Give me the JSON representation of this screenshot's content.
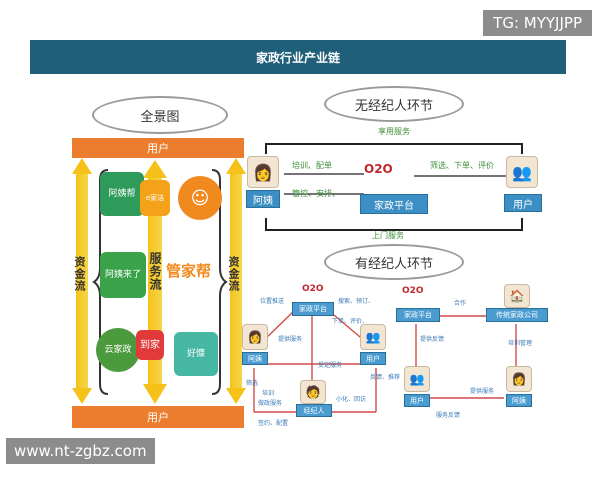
{
  "watermark_tg": "TG: MYYJJPP",
  "watermark_url": "www.nt-zgbz.com",
  "header": {
    "title": "家政行业产业链"
  },
  "left_panel": {
    "title": "全景图",
    "top_user": "用户",
    "bottom_user": "用户",
    "left_flow": "资金流",
    "right_flow": "资金流",
    "center_flow": "服务流",
    "apps": [
      {
        "name": "阿姨帮",
        "color": "#2e9b5a"
      },
      {
        "name": "e家洁",
        "color": "#f3a21a"
      },
      {
        "name": "管家帮",
        "color": "#f08a1f"
      },
      {
        "name": "阿姨来了",
        "color": "#3aa34a"
      },
      {
        "name": "云家政",
        "color": "#4b9a3e"
      },
      {
        "name": "到家",
        "color": "#e23a3a"
      },
      {
        "name": "好慷",
        "color": "#45b7a3"
      }
    ]
  },
  "top_diagram": {
    "title": "无经纪人环节",
    "service_top": "享用服务",
    "service_bottom": "上门服务",
    "platform": "家政平台",
    "left_node": "阿姨",
    "right_node": "用户",
    "left_labels": [
      "培训、配单",
      "管控、安排、"
    ],
    "right_label": "筛选、下单、评价",
    "o2o": "O2O"
  },
  "bottom_diagram": {
    "title": "有经纪人环节",
    "left": {
      "platform": "家政平台",
      "auntie": "阿姨",
      "user": "用户",
      "broker": "经纪人",
      "labels": {
        "top_left": "位置推送",
        "top_right": "搜索、预订、",
        "mid": "下单、评价、",
        "left_side": "提供服务",
        "center": "受定服务",
        "bottom_left": "筛选",
        "bottom_left2": "培训",
        "bottom_left3": "做政服务",
        "bottom": "签约、配置",
        "bottom_right": "小化、回访",
        "right_side": "反馈、推荐"
      }
    },
    "right": {
      "platform": "家政平台",
      "company": "传统家政公司",
      "user": "用户",
      "auntie": "阿姨",
      "labels": {
        "top": "合作",
        "left": "提供反馈",
        "right_mid": "培训管理",
        "bottom": "服务反馈",
        "right_bottom": "提供服务"
      }
    }
  }
}
